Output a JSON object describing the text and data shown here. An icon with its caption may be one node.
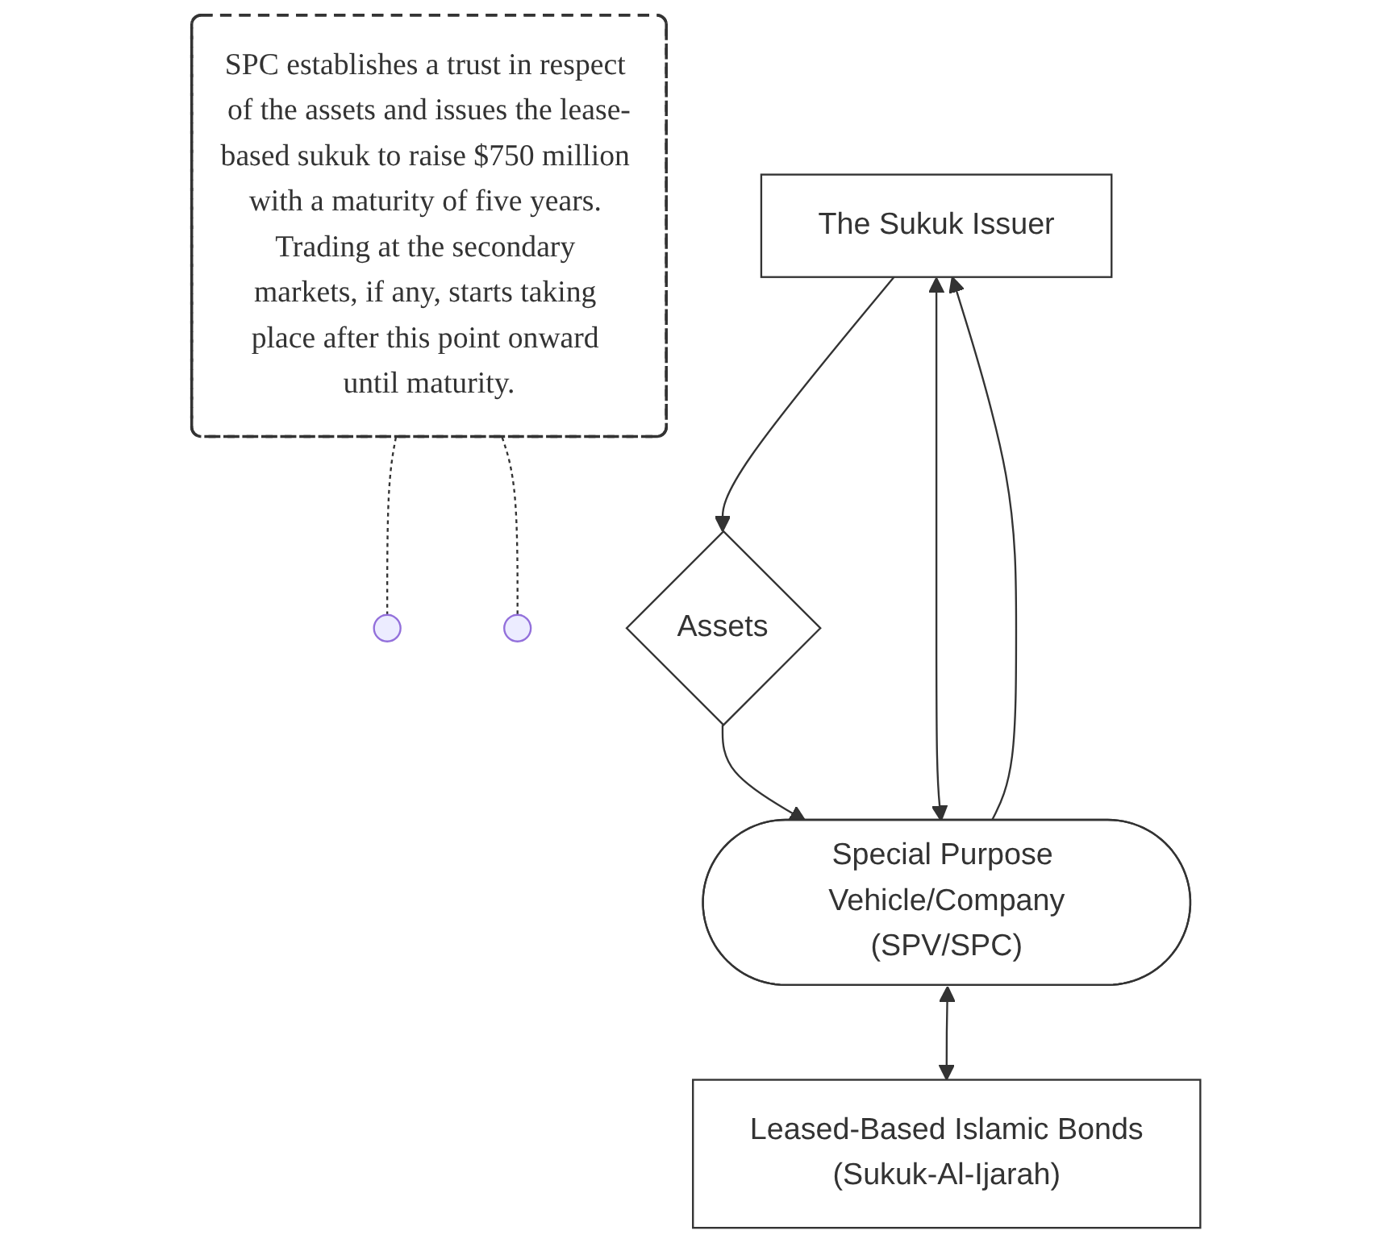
{
  "diagram": {
    "nodes": [
      {
        "text": [
          "The Sukuk Issuer"
        ]
      },
      {
        "text": [
          "Assets"
        ]
      },
      {
        "text": [
          "Special Purpose Vehicle/Company",
          "(SPV/SPC)"
        ]
      },
      {
        "text": [
          "Leased-Based Islamic Bonds",
          "(Sukuk-Al-Ijarah)"
        ]
      },
      {
        "text": [
          "SPC establishes a trust in respect of the assets and issues the lease-based sukuk to raise $750 million with a maturity of five years. Trading at the secondary markets, if any, starts taking place after this point onward until maturity."
        ]
      }
    ],
    "edges": [
      {
        "from": 0,
        "to": 1,
        "arrow": "to"
      },
      {
        "from": 0,
        "to": 2,
        "arrow": "both"
      },
      {
        "from": 1,
        "to": 2,
        "arrow": "to"
      },
      {
        "from": 2,
        "to": 0,
        "arrow": "to"
      },
      {
        "from": 2,
        "to": 3,
        "arrow": "both"
      },
      {
        "from": 4,
        "to": null,
        "arrow": "none",
        "style": "dashed"
      },
      {
        "from": 4,
        "to": null,
        "arrow": "none",
        "style": "dashed"
      }
    ]
  }
}
